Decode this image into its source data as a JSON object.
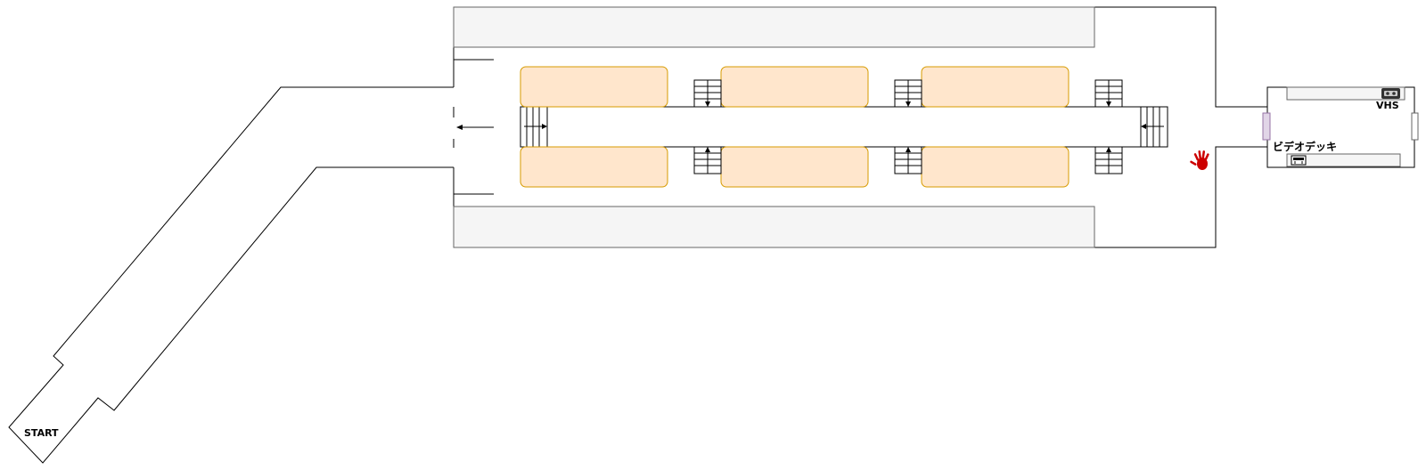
{
  "map": {
    "labels": {
      "start": "START",
      "vhs": "VHS",
      "video_deck": "ビデオデッキ"
    },
    "icons": {
      "handprint": "red-handprint-icon",
      "vhs_tape": "vhs-tape-icon",
      "video_deck": "video-deck-icon"
    },
    "colors": {
      "wall": "#000000",
      "platform_fill": "#f5f5f5",
      "platform_stroke": "#666666",
      "seat_fill": "#ffe6cc",
      "seat_stroke": "#d79b00",
      "handprint": "#cc0000",
      "door_fill": "#e1d5e7",
      "door_stroke": "#9673a6"
    }
  }
}
